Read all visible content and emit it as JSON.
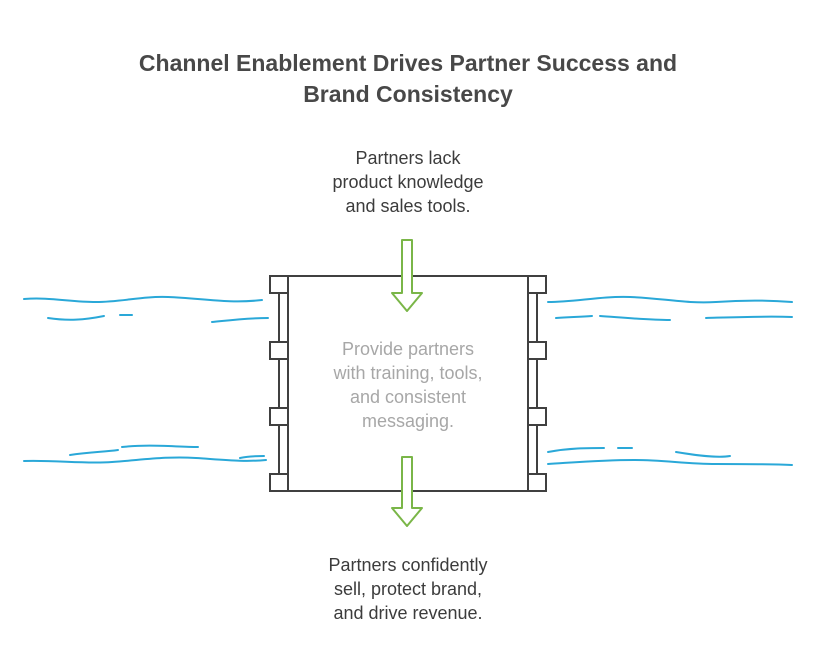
{
  "title": "Channel Enablement Drives Partner Success and Brand Consistency",
  "top_text": [
    "Partners lack",
    "product knowledge",
    "and sales tools."
  ],
  "center_text": [
    "Provide partners",
    "with training, tools,",
    "and consistent",
    "messaging."
  ],
  "bottom_text": [
    "Partners confidently",
    "sell, protect brand,",
    "and drive revenue."
  ],
  "colors": {
    "water": "#2aa8d8",
    "arrow": "#7ab648",
    "box_stroke": "#404040",
    "title": "#484848",
    "muted": "#a7a7a7"
  }
}
